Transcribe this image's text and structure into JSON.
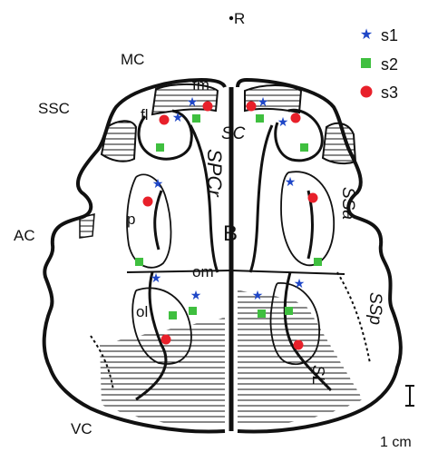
{
  "labels": {
    "R": "R",
    "MC": "MC",
    "SSC": "SSC",
    "AC": "AC",
    "VC": "VC",
    "fm": "fm",
    "fl": "fl",
    "SC": "SC",
    "SPCr": "SPCr",
    "B": "B",
    "p": "p",
    "om": "om",
    "ol": "ol",
    "SSa": "SSa",
    "SSp": "SSp",
    "SL": "SL"
  },
  "legend": {
    "s1": "s1",
    "s2": "s2",
    "s3": "s3"
  },
  "scale": {
    "text": "1 cm"
  },
  "colors": {
    "s1": "#1f47c7",
    "s2": "#3fbf3f",
    "s3": "#e8202a",
    "ink": "#111111"
  }
}
